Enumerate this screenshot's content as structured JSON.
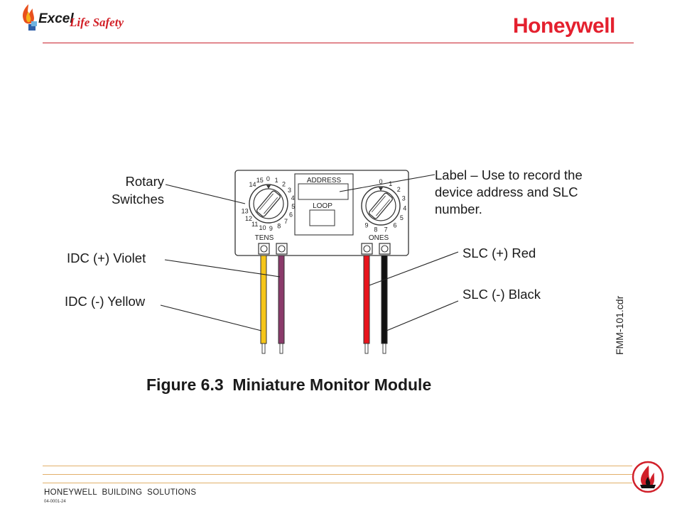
{
  "header": {
    "brand_excel": "Excel",
    "brand_life_safety": "Life Safety",
    "brand_honeywell": "Honeywell"
  },
  "diagram": {
    "callouts": {
      "rotary_line1": "Rotary",
      "rotary_line2": "Switches",
      "label_line1": "Label – Use to record the",
      "label_line2": "device address and SLC",
      "label_line3": "number.",
      "idc_plus": "IDC (+) Violet",
      "idc_minus": "IDC (-) Yellow",
      "slc_plus": "SLC (+) Red",
      "slc_minus": "SLC (-) Black"
    },
    "module": {
      "address_label": "ADDRESS",
      "loop_label": "LOOP",
      "tens_label": "TENS",
      "ones_label": "ONES",
      "tens_numbers": [
        "14",
        "15",
        "0",
        "1",
        "2",
        "3",
        "4",
        "5",
        "6",
        "7",
        "8",
        "9",
        "10",
        "11",
        "12",
        "13"
      ],
      "ones_numbers": [
        "0",
        "1",
        "2",
        "3",
        "4",
        "5",
        "6",
        "7",
        "8",
        "9"
      ]
    },
    "wire_colors": {
      "yellow": "#f5c518",
      "violet": "#8a3a6a",
      "red": "#e8141c",
      "black": "#111111"
    },
    "file_label": "FMM-101.cdr",
    "figure_caption": "Figure 6.3  Miniature Monitor Module"
  },
  "footer": {
    "company": "HONEYWELL  BUILDING  SOLUTIONS",
    "code": "04-0001-24"
  }
}
